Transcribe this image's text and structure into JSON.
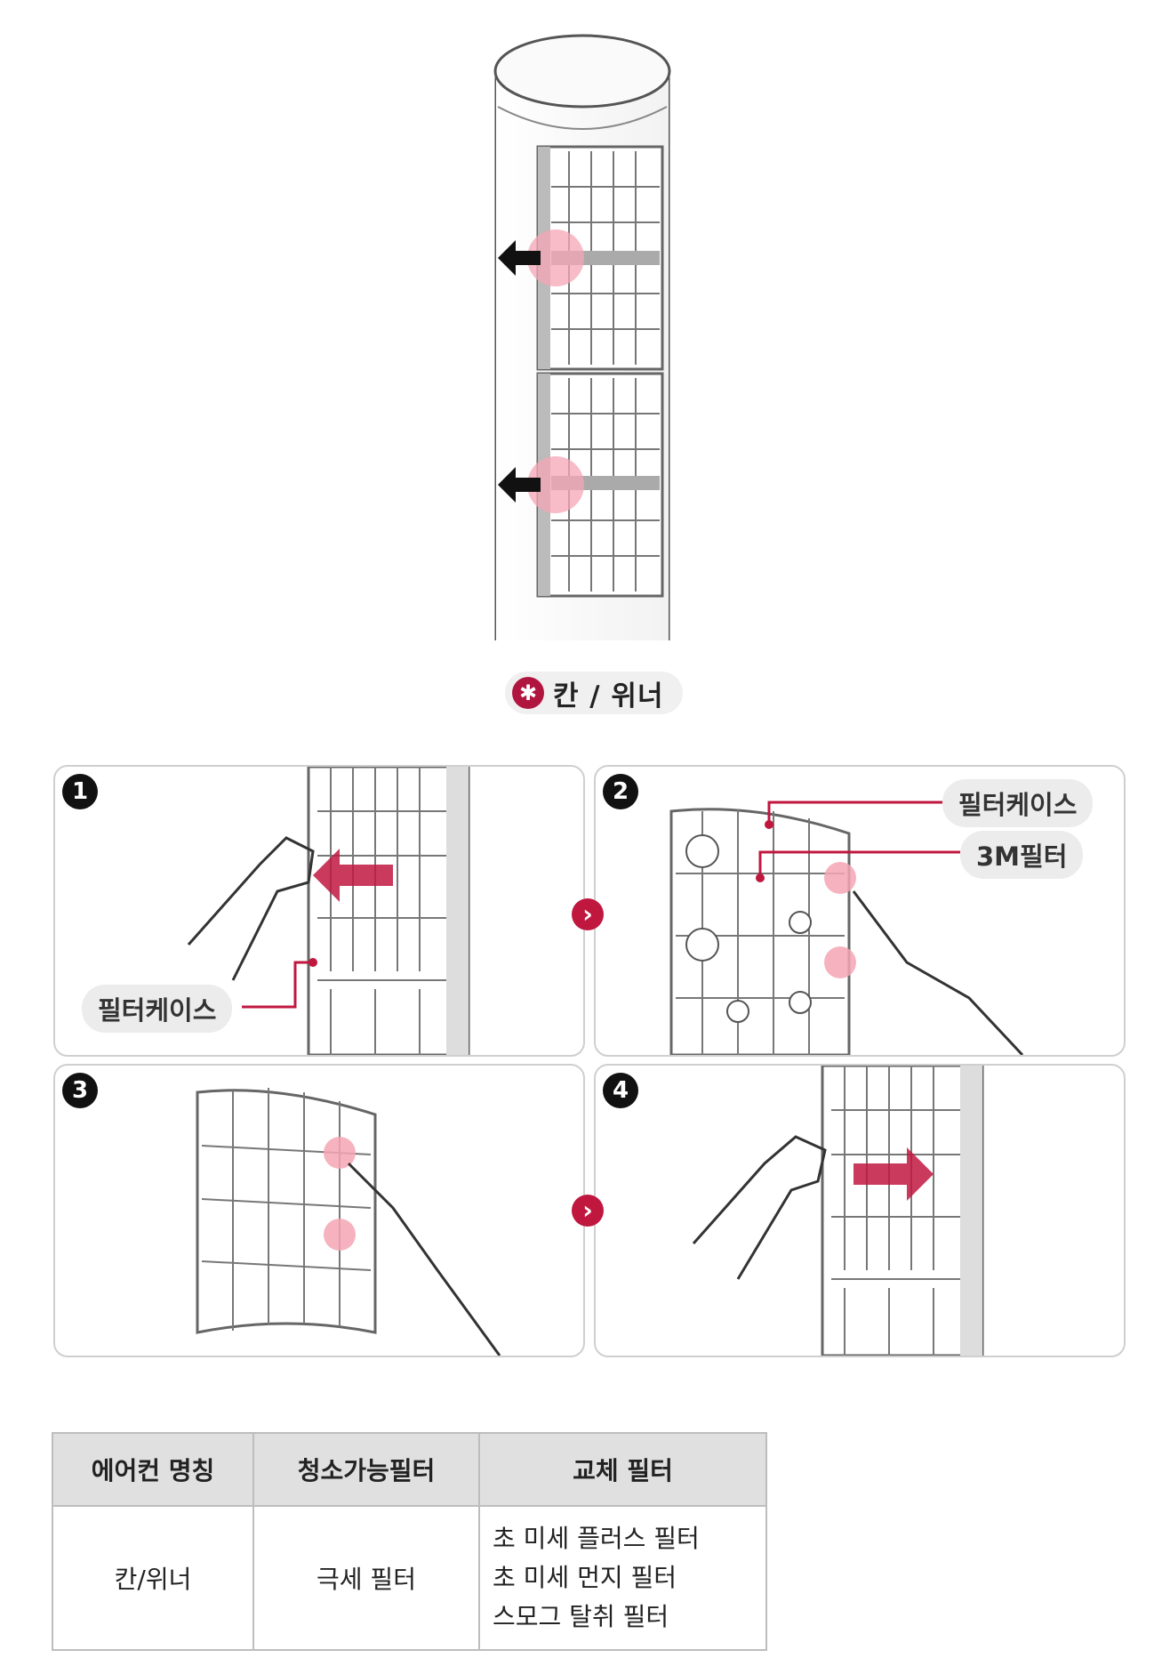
{
  "model_badge": {
    "icon": "star-icon",
    "label": "칸 / 위너"
  },
  "steps": [
    {
      "number": "1",
      "callouts": [
        "필터케이스"
      ]
    },
    {
      "number": "2",
      "callouts": [
        "필터케이스",
        "3M필터"
      ]
    },
    {
      "number": "3",
      "callouts": []
    },
    {
      "number": "4",
      "callouts": []
    }
  ],
  "next_icon": "›",
  "table": {
    "headers": [
      "에어컨 명칭",
      "청소가능필터",
      "교체 필터"
    ],
    "row": {
      "model": "칸/위너",
      "cleanable": "극세 필터",
      "replacement": [
        "초 미세 플러스 필터",
        "초 미세 먼지 필터",
        "스모그 탈취 필터"
      ]
    }
  },
  "colors": {
    "accent": "#c0173f",
    "highlight": "#f4a6b4",
    "border": "#cfcfcf"
  }
}
